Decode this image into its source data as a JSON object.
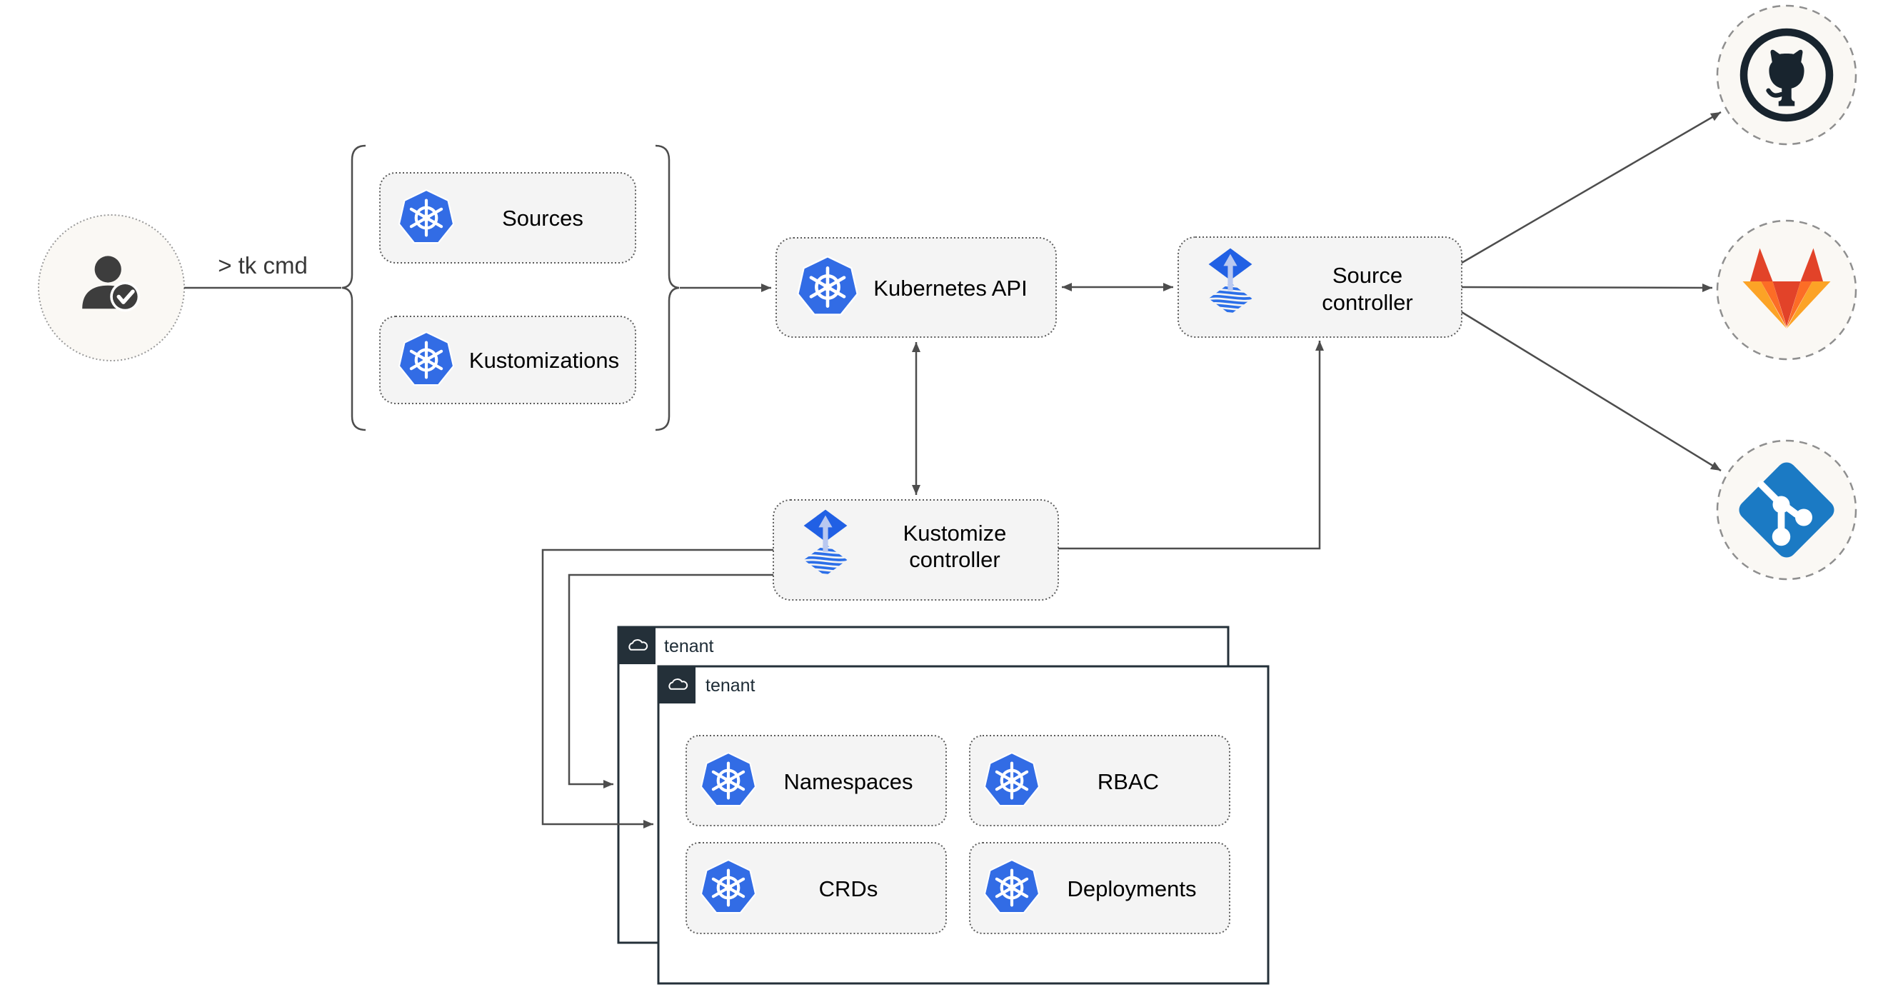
{
  "user": {
    "command_label": "> tk cmd"
  },
  "group": {
    "sources_label": "Sources",
    "kustomizations_label": "Kustomizations"
  },
  "api": {
    "label": "Kubernetes API"
  },
  "source_controller": {
    "line1": "Source",
    "line2": "controller"
  },
  "kustomize_controller": {
    "line1": "Kustomize",
    "line2": "controller"
  },
  "tenant_outer": {
    "label": "tenant"
  },
  "tenant_inner": {
    "label": "tenant",
    "namespaces_label": "Namespaces",
    "rbac_label": "RBAC",
    "crds_label": "CRDs",
    "deployments_label": "Deployments"
  },
  "git_providers": {
    "first": "github",
    "second": "gitlab",
    "third": "git"
  },
  "colors": {
    "kubernetes_blue": "#326ce5",
    "flux_blue": "#2160e4",
    "flux_arrow_light": "#b9c8f0",
    "git_blue": "#1b7ac4",
    "github_dark": "#18242e",
    "gitlab_red": "#e24329",
    "gitlab_orange": "#fc6d26",
    "gitlab_amber": "#fca326",
    "node_fill": "#f4f4f4",
    "connector_gray": "#4d4d4d",
    "tenant_dark": "#243039",
    "circle_fill": "#faf8f4"
  }
}
